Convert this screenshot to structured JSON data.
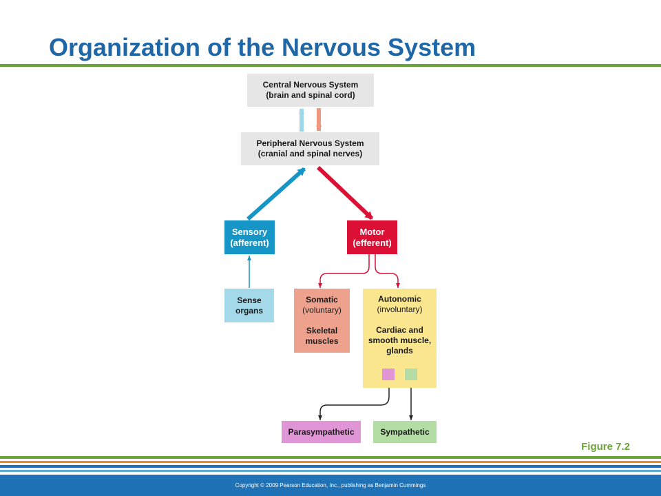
{
  "slide": {
    "title": "Organization of the Nervous System",
    "figure_label": "Figure 7.2",
    "copyright": "Copyright © 2009 Pearson Education, Inc., publishing as Benjamin Cummings"
  },
  "diagram": {
    "cns": {
      "line1": "Central Nervous System",
      "line2": "(brain and spinal cord)"
    },
    "pns": {
      "line1": "Peripheral Nervous System",
      "line2": "(cranial and spinal nerves)"
    },
    "sensory": {
      "line1": "Sensory",
      "line2": "(afferent)"
    },
    "motor": {
      "line1": "Motor",
      "line2": "(efferent)"
    },
    "sense_organs": {
      "line1": "Sense",
      "line2": "organs"
    },
    "somatic": {
      "line1": "Somatic",
      "line2": "(voluntary)",
      "line3": "Skeletal",
      "line4": "muscles"
    },
    "autonomic": {
      "line1": "Autonomic",
      "line2": "(involuntary)",
      "line3": "Cardiac and",
      "line4": "smooth muscle,",
      "line5": "glands"
    },
    "parasympathetic": {
      "label": "Parasympathetic"
    },
    "sympathetic": {
      "label": "Sympathetic"
    }
  },
  "colors": {
    "title": "#1f67a6",
    "accent_green": "#6aa338",
    "sensory": "#1696c6",
    "motor": "#dc0f35",
    "sense_organs": "#a4d9ea",
    "somatic": "#eea28e",
    "autonomic": "#fbe690",
    "parasympathetic": "#e096d6",
    "sympathetic": "#b3dda5",
    "footer": "#1f72b6"
  }
}
